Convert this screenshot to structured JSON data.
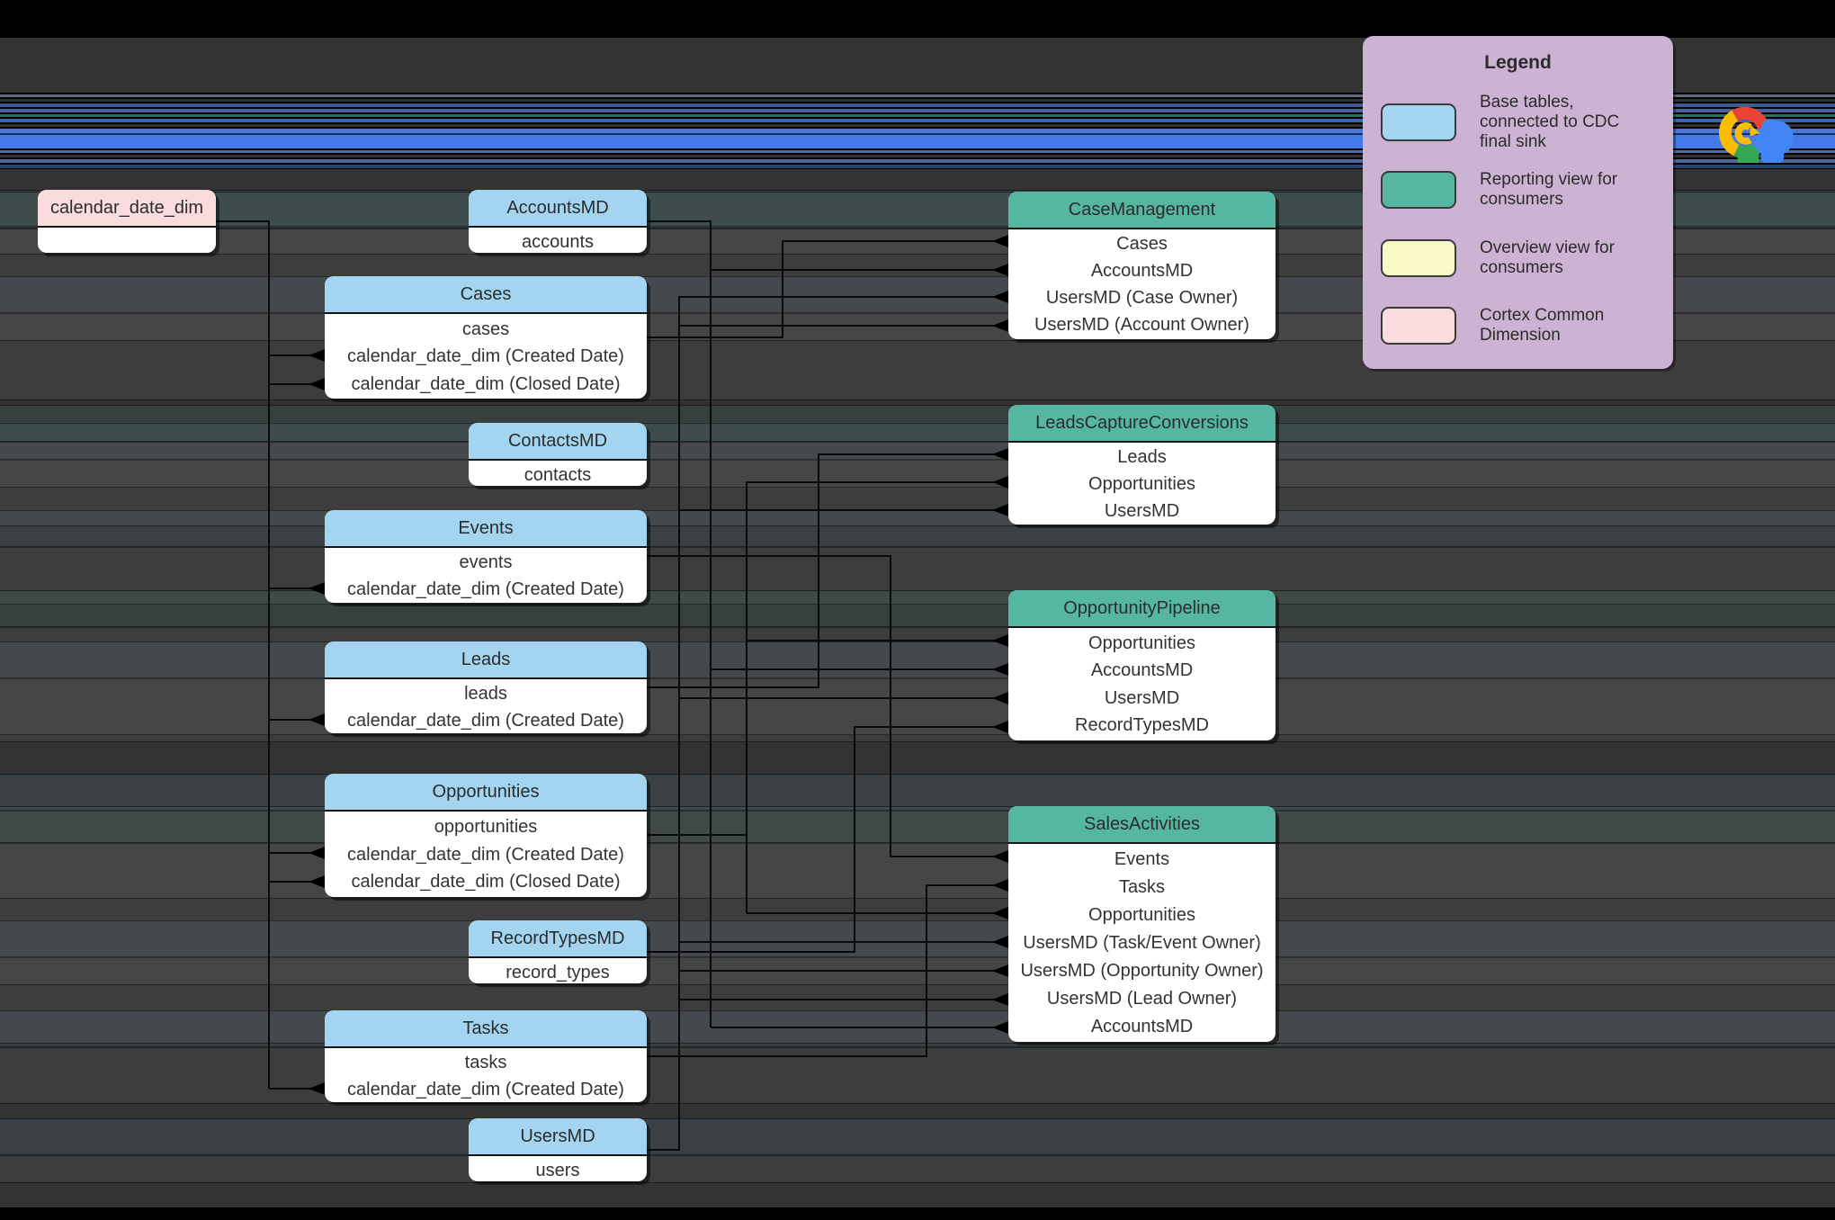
{
  "colors": {
    "canvas_background": "#333333",
    "base_table_header": "#a3d5f0",
    "reporting_view_header": "#55b7a2",
    "overview_view_swatch": "#f9f9c7",
    "common_dimension_header": "#fadbde",
    "legend_background": "#ccb3d3",
    "connector": "#000000",
    "stripe_accent": "#4379e8"
  },
  "logo": {
    "name": "Google Cloud"
  },
  "legend": {
    "title": "Legend",
    "items": [
      {
        "label": "Base tables, connected to CDC final sink",
        "color": "#a3d5f0"
      },
      {
        "label": "Reporting view for consumers",
        "color": "#55b7a2"
      },
      {
        "label": "Overview view for consumers",
        "color": "#f9f9c7"
      },
      {
        "label": "Cortex Common Dimension",
        "color": "#fadbde"
      }
    ]
  },
  "dimension": {
    "title": "calendar_date_dim"
  },
  "tables": [
    {
      "title": "AccountsMD",
      "rows": [
        "accounts"
      ]
    },
    {
      "title": "Cases",
      "rows": [
        "cases",
        "calendar_date_dim (Created Date)",
        "calendar_date_dim (Closed Date)"
      ]
    },
    {
      "title": "ContactsMD",
      "rows": [
        "contacts"
      ]
    },
    {
      "title": "Events",
      "rows": [
        "events",
        "calendar_date_dim (Created Date)"
      ]
    },
    {
      "title": "Leads",
      "rows": [
        "leads",
        "calendar_date_dim (Created Date)"
      ]
    },
    {
      "title": "Opportunities",
      "rows": [
        "opportunities",
        "calendar_date_dim (Created Date)",
        "calendar_date_dim (Closed Date)"
      ]
    },
    {
      "title": "RecordTypesMD",
      "rows": [
        "record_types"
      ]
    },
    {
      "title": "Tasks",
      "rows": [
        "tasks",
        "calendar_date_dim (Created Date)"
      ]
    },
    {
      "title": "UsersMD",
      "rows": [
        "users"
      ]
    }
  ],
  "views": [
    {
      "title": "CaseManagement",
      "rows": [
        "Cases",
        "AccountsMD",
        "UsersMD (Case Owner)",
        "UsersMD (Account Owner)"
      ]
    },
    {
      "title": "LeadsCaptureConversions",
      "rows": [
        "Leads",
        "Opportunities",
        "UsersMD"
      ]
    },
    {
      "title": "OpportunityPipeline",
      "rows": [
        "Opportunities",
        "AccountsMD",
        "UsersMD",
        "RecordTypesMD"
      ]
    },
    {
      "title": "SalesActivities",
      "rows": [
        "Events",
        "Tasks",
        "Opportunities",
        "UsersMD (Task/Event Owner)",
        "UsersMD (Opportunity Owner)",
        "UsersMD (Lead Owner)",
        "AccountsMD"
      ]
    }
  ]
}
